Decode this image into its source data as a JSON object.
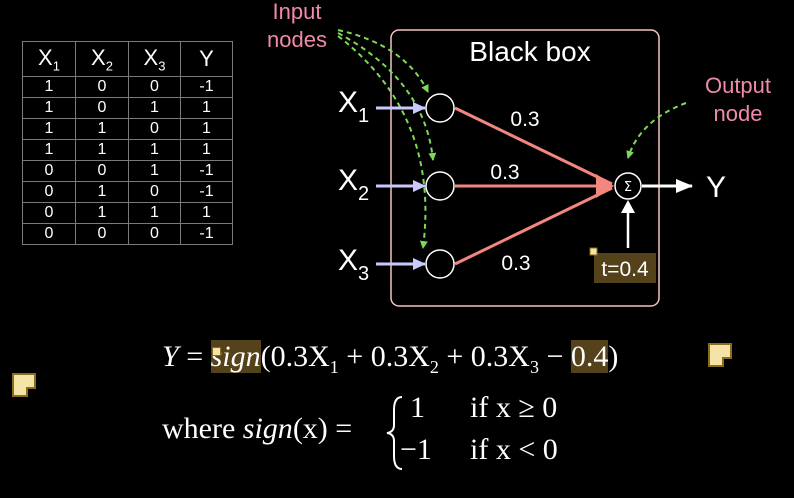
{
  "table": {
    "headers": [
      {
        "base": "X",
        "sub": "1"
      },
      {
        "base": "X",
        "sub": "2"
      },
      {
        "base": "X",
        "sub": "3"
      },
      {
        "base": "Y",
        "sub": ""
      }
    ],
    "rows": [
      [
        "1",
        "0",
        "0",
        "-1"
      ],
      [
        "1",
        "0",
        "1",
        "1"
      ],
      [
        "1",
        "1",
        "0",
        "1"
      ],
      [
        "1",
        "1",
        "1",
        "1"
      ],
      [
        "0",
        "0",
        "1",
        "-1"
      ],
      [
        "0",
        "1",
        "0",
        "-1"
      ],
      [
        "0",
        "1",
        "1",
        "1"
      ],
      [
        "0",
        "0",
        "0",
        "-1"
      ]
    ]
  },
  "diagram": {
    "input_nodes_label": [
      "Input",
      "nodes"
    ],
    "output_node_label": [
      "Output",
      "node"
    ],
    "black_box_title": "Black box",
    "inputs": [
      {
        "base": "X",
        "sub": "1",
        "weight": "0.3"
      },
      {
        "base": "X",
        "sub": "2",
        "weight": "0.3"
      },
      {
        "base": "X",
        "sub": "3",
        "weight": "0.3"
      }
    ],
    "sum_symbol": "Σ",
    "output": "Y",
    "threshold": "t=0.4"
  },
  "equations": {
    "line1": {
      "lhs": "Y",
      "eq": "=",
      "fn": "sign",
      "open": "(",
      "terms": [
        "0.3X",
        "1",
        " + 0.3X",
        "2",
        " + 0.3X",
        "3",
        " − "
      ],
      "const": "0.4",
      "close": ")"
    },
    "line2": {
      "where": "where",
      "fn": "sign",
      "arg": "(x) =",
      "case1_val": "1",
      "case1_cond": "if  x ≥ 0",
      "case2_val": "−1",
      "case2_cond": "if  x < 0"
    }
  },
  "colors": {
    "background": "#000000",
    "annotation_pink": "#f08aa8",
    "edge_salmon": "#f2877f",
    "dashed_green": "#7ed957",
    "input_arrow_blue": "#c9c9ff",
    "highlight": "#54421a",
    "note_yellow": "#f4e3a6"
  }
}
